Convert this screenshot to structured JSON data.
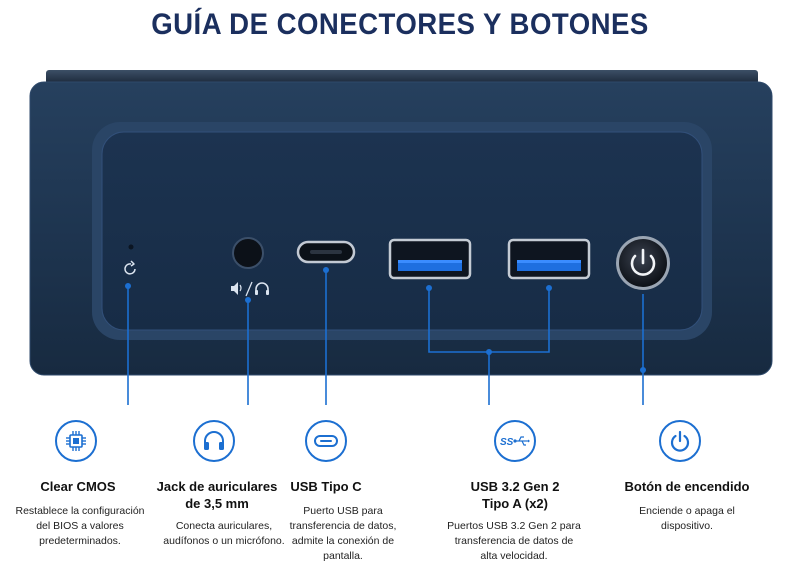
{
  "title": "GUÍA DE CONECTORES Y BOTONES",
  "accent_color": "#1c6fd1",
  "device_color": "#1f3550",
  "items": [
    {
      "icon": "chip-icon",
      "label": "Clear CMOS",
      "description": "Restablece la configuración del BIOS a valores predeterminados."
    },
    {
      "icon": "headphones-icon",
      "label": "Jack de auriculares de 3,5 mm",
      "description": "Conecta auriculares, audífonos o un micrófono."
    },
    {
      "icon": "usb-c-icon",
      "label": "USB Tipo C",
      "description": "Puerto USB para transferencia de datos, admite la conexión de pantalla."
    },
    {
      "icon": "usb-ss-icon",
      "label": "USB 3.2 Gen 2 Tipo A (x2)",
      "description": "Puertos USB 3.2 Gen 2 para transferencia de datos de alta velocidad."
    },
    {
      "icon": "power-icon",
      "label": "Botón de encendido",
      "description": "Enciende o apaga el dispositivo."
    }
  ]
}
